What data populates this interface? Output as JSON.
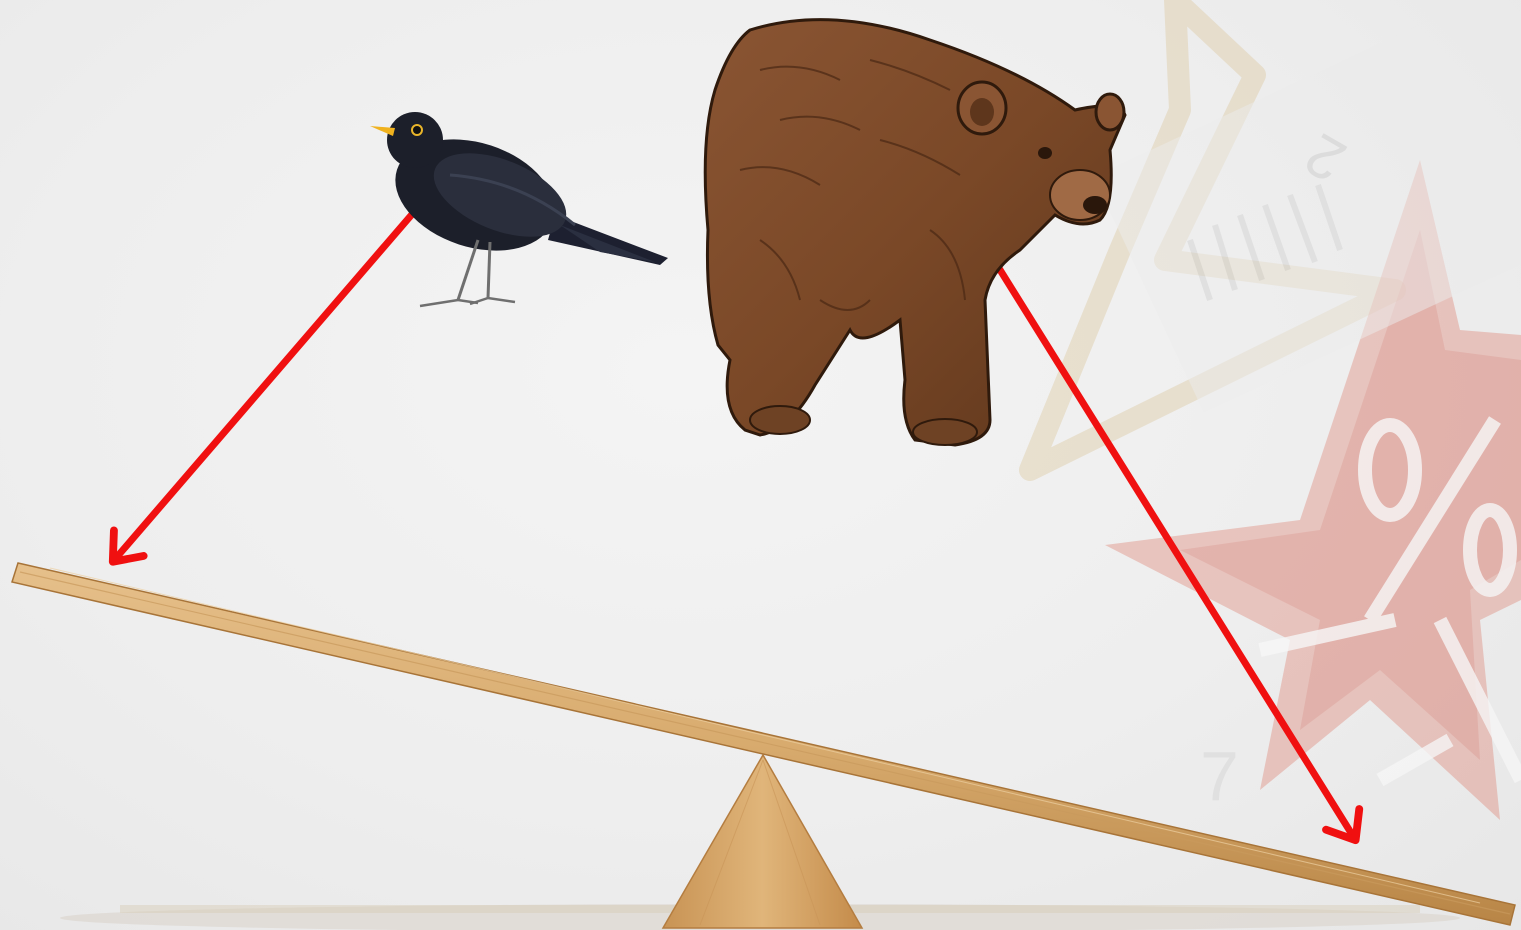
{
  "scene": {
    "description_label": "",
    "colors": {
      "background": "#efefef",
      "arrow": "#f01010",
      "plank": "#dcb27a",
      "plank_edge": "#b98748",
      "fulcrum": "#d9ab6d",
      "bird": "#1c1f2a",
      "bear": "#7a4a2a",
      "watermark_star": "#d35a4a",
      "watermark_gold": "#d8c39a"
    },
    "watermark_glyphs": [
      "%",
      "0",
      "2",
      "7",
      "+"
    ],
    "icons": {
      "bird": "blackbird-icon",
      "bear": "brown-bear-icon",
      "seesaw": "seesaw-icon",
      "arrows": "arrow-icon"
    }
  }
}
